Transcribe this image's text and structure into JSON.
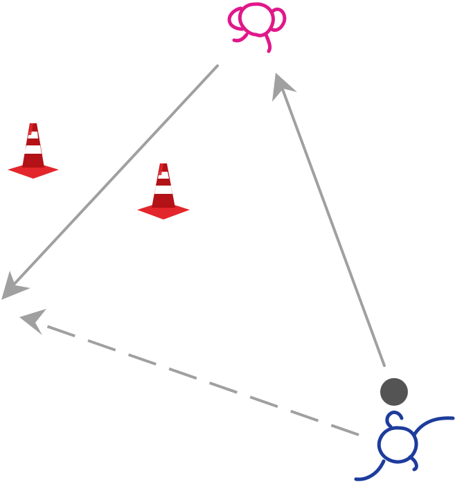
{
  "diagram": {
    "kind": "football drill",
    "players": [
      {
        "role": "receiver",
        "color": "#e0188a",
        "icon": "player-top-view-icon"
      },
      {
        "role": "passer",
        "color": "#1d3c9c",
        "icon": "player-running-top-view-icon"
      }
    ],
    "ball": {
      "color": "#545454",
      "icon": "ball-icon"
    },
    "cones": [
      {
        "color": "#e3262b",
        "icon": "traffic-cone-icon"
      },
      {
        "color": "#e3262b",
        "icon": "traffic-cone-icon"
      }
    ],
    "paths": [
      {
        "kind": "pass",
        "style": "solid",
        "from": "passer",
        "to": "receiver",
        "color": "#a0a0a0"
      },
      {
        "kind": "pass",
        "style": "solid",
        "from": "receiver",
        "to": "left-space",
        "color": "#a0a0a0"
      },
      {
        "kind": "run",
        "style": "dashed",
        "from": "passer",
        "to": "left-space",
        "color": "#a0a0a0"
      }
    ]
  }
}
